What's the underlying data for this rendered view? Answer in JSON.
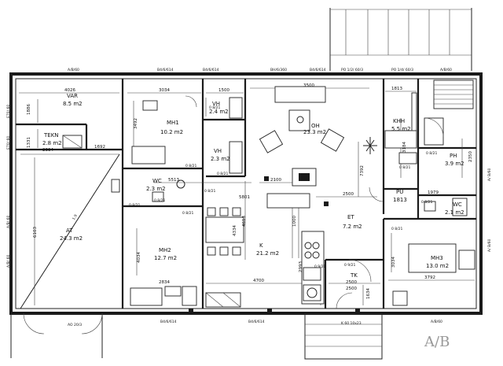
{
  "rooms": [
    {
      "id": "var",
      "name": "VAR",
      "area": "8.5 m2"
    },
    {
      "id": "tekn",
      "name": "TEKN",
      "area": "2.8 m2"
    },
    {
      "id": "mh1",
      "name": "MH1",
      "area": "10.2 m2"
    },
    {
      "id": "vh1",
      "name": "VH",
      "area": "2.4 m2"
    },
    {
      "id": "vh2",
      "name": "VH",
      "area": "2.3 m2"
    },
    {
      "id": "oh",
      "name": "OH",
      "area": "23.3 m2"
    },
    {
      "id": "khh",
      "name": "KHH",
      "area": "5.5 m2"
    },
    {
      "id": "ph",
      "name": "PH",
      "area": "3.9 m2"
    },
    {
      "id": "at",
      "name": "AT",
      "area": "24.3 m2"
    },
    {
      "id": "wc1",
      "name": "WC",
      "area": "2.3 m2"
    },
    {
      "id": "pu",
      "name": "PU",
      "area": "1813"
    },
    {
      "id": "wc2",
      "name": "WC",
      "area": "2.1 m2"
    },
    {
      "id": "mh2",
      "name": "MH2",
      "area": "12.7 m2"
    },
    {
      "id": "k",
      "name": "K",
      "area": "21.2 m2"
    },
    {
      "id": "et",
      "name": "ET",
      "area": "7.2 m2"
    },
    {
      "id": "mh3",
      "name": "MH3",
      "area": "13.0 m2"
    },
    {
      "id": "tk",
      "name": "TK",
      "area": "2500"
    }
  ],
  "dimensions": [
    "4026",
    "3034",
    "1500",
    "3500",
    "1813",
    "1886",
    "1331",
    "2334",
    "1692",
    "3492",
    "5513",
    "2100",
    "5801",
    "2500",
    "1979",
    "2350",
    "3184",
    "7392",
    "6103",
    "4613",
    "1000",
    "2993",
    "4700",
    "2834",
    "2500",
    "3792",
    "3034",
    "4034",
    "4334",
    "1634"
  ],
  "tags": {
    "top": [
      "A/B/60",
      "B4/6/614",
      "B4/6/614",
      "BH/6/360",
      "B4/6/614",
      "PO 1/2/ 60/3",
      "PO 1/4/ 60/3",
      "A/B/60"
    ],
    "left": [
      "E70/ 60",
      "E70/ 60",
      "A/B/ 60",
      "A/B/ 60"
    ],
    "right": [
      "A/ B/60",
      "A/ B/60"
    ],
    "bottom": [
      "AO 20/3",
      "B4/6/614",
      "B4/6/614",
      "K 60 10x23",
      "A/B/60"
    ],
    "inner": [
      "0 8/21",
      "0 8/21",
      "0 8/21",
      "0 8/21",
      "1.9",
      "0 8/21",
      "0 8/21",
      "0 8/21",
      "0 8/21",
      "0 8/21",
      "0 8/21",
      "0 9/21",
      "0 8/21",
      "0 9/21"
    ]
  },
  "signature": "A/B"
}
